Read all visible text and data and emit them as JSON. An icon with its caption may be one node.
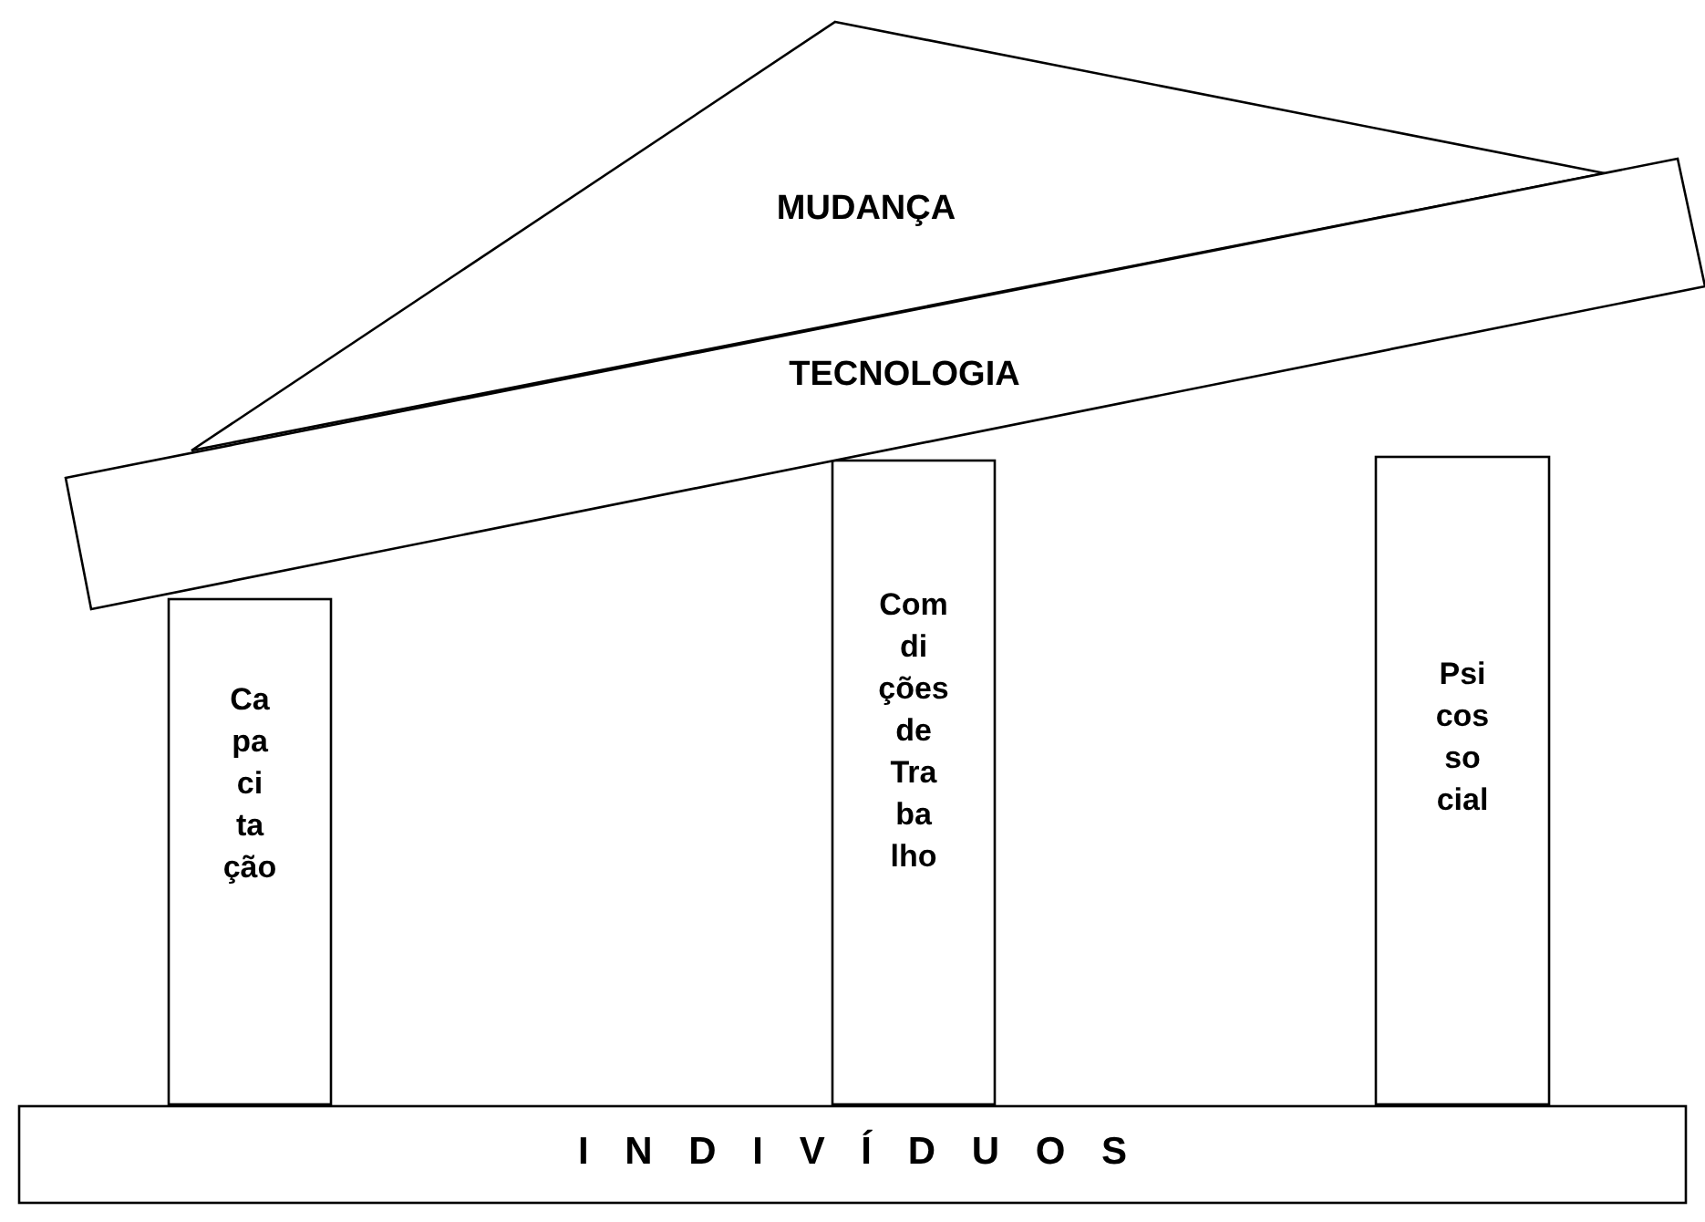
{
  "diagram": {
    "nodes": [
      {
        "text": [
          "MUDANÇA"
        ]
      },
      {
        "text": [
          "TECNOLOGIA"
        ]
      },
      {
        "text": [
          "Ca pa ci ta ção"
        ]
      },
      {
        "text": [
          "Com di ções de Tra ba lho"
        ]
      },
      {
        "text": [
          "Psi cos so cial"
        ]
      },
      {
        "text": [
          "I N D I V Í D U O S"
        ]
      }
    ],
    "edges": []
  }
}
